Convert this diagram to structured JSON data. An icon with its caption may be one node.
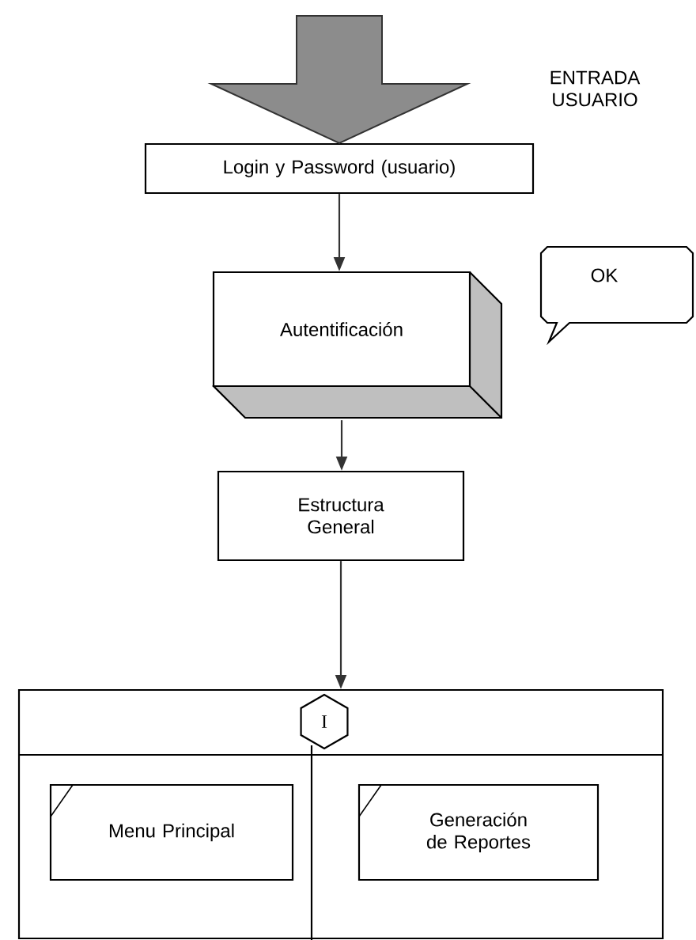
{
  "diagram": {
    "nodes": [
      {
        "text": [
          "Login y Password (usuario)"
        ]
      },
      {
        "text": [
          "Autentificación"
        ]
      },
      {
        "text": [
          "OK"
        ]
      },
      {
        "text": [
          "Estructura General"
        ]
      },
      {
        "text": [],
        "shape": "box"
      },
      {
        "text": [
          "I"
        ],
        "in": 4
      },
      {
        "text": [
          "Menu Principal"
        ],
        "in": 4
      },
      {
        "text": [
          "Generación de Reportes"
        ],
        "in": 4
      }
    ],
    "edges": [
      {
        "from": null,
        "to": 0,
        "arrow": "to",
        "style": "thick"
      },
      {
        "from": 0,
        "to": 1,
        "arrow": "to"
      },
      {
        "from": 1,
        "to": 3,
        "arrow": "to"
      },
      {
        "from": 3,
        "to": 4,
        "arrow": "to"
      }
    ],
    "labels": [
      "ENTRADA USUARIO"
    ]
  }
}
